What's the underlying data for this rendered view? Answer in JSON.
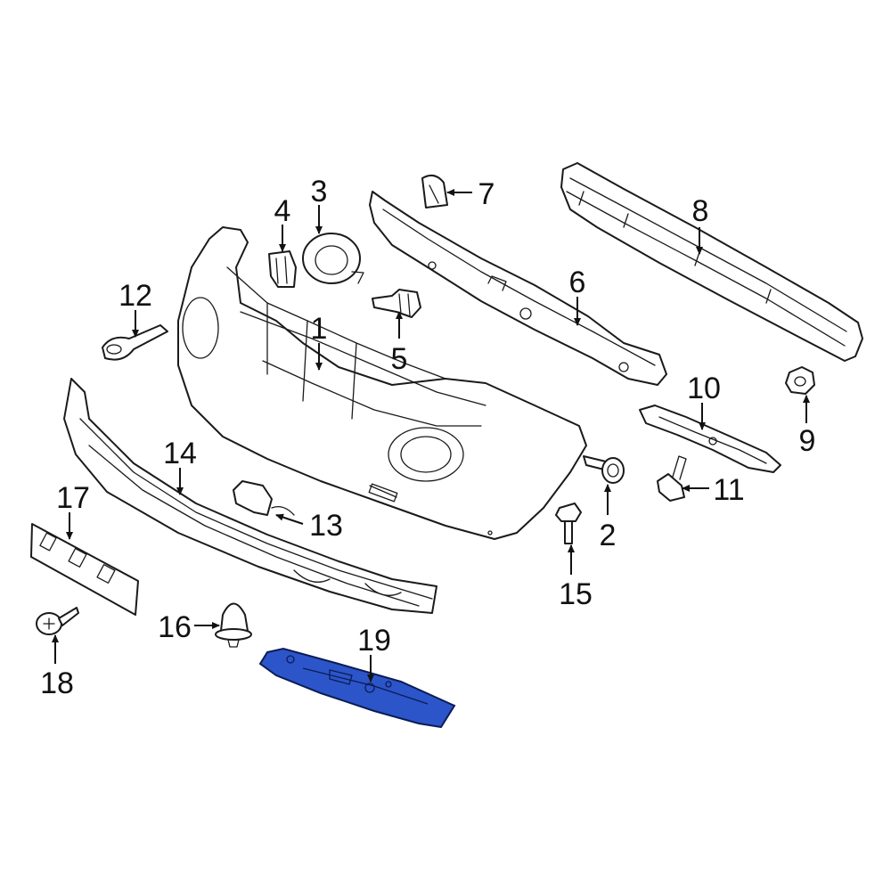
{
  "diagram": {
    "highlight_color": "#2c55c9",
    "callouts": [
      {
        "id": "c1",
        "label": "1"
      },
      {
        "id": "c2",
        "label": "2"
      },
      {
        "id": "c3",
        "label": "3"
      },
      {
        "id": "c4",
        "label": "4"
      },
      {
        "id": "c5",
        "label": "5"
      },
      {
        "id": "c6",
        "label": "6"
      },
      {
        "id": "c7",
        "label": "7"
      },
      {
        "id": "c8",
        "label": "8"
      },
      {
        "id": "c9",
        "label": "9"
      },
      {
        "id": "c10",
        "label": "10"
      },
      {
        "id": "c11",
        "label": "11"
      },
      {
        "id": "c12",
        "label": "12"
      },
      {
        "id": "c13",
        "label": "13"
      },
      {
        "id": "c14",
        "label": "14"
      },
      {
        "id": "c15",
        "label": "15"
      },
      {
        "id": "c16",
        "label": "16"
      },
      {
        "id": "c17",
        "label": "17"
      },
      {
        "id": "c18",
        "label": "18"
      },
      {
        "id": "c19",
        "label": "19"
      }
    ]
  }
}
